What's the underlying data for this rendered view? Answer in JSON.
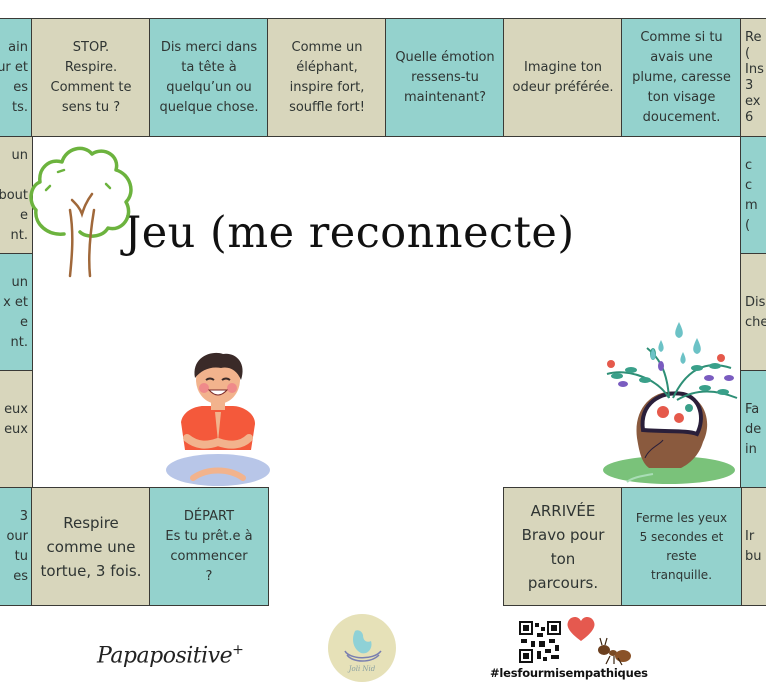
{
  "title": "Jeu (me reconnecte)",
  "colors": {
    "teal": "#94d2cd",
    "beige": "#d8d6bc",
    "border": "#3a3a36"
  },
  "top_row": [
    {
      "text": "ain\nur et\nes\nts.",
      "color": "teal"
    },
    {
      "text": "STOP.\nRespire.\nComment te\nsens tu ?",
      "color": "beige"
    },
    {
      "text": "Dis merci dans\nta tête à\nquelqu’un ou\nquelque chose.",
      "color": "teal"
    },
    {
      "text": "Comme un\néléphant,\ninspire fort,\nsouffle fort!",
      "color": "beige"
    },
    {
      "text": "Quelle émotion\nressens-tu\nmaintenant?",
      "color": "teal"
    },
    {
      "text": "Imagine ton\nodeur préférée.",
      "color": "beige"
    },
    {
      "text": "Comme si tu\navais une\nplume, caresse\nton visage\ndoucement.",
      "color": "teal"
    },
    {
      "text": "Re\n(\nIns\n3\nex\n6",
      "color": "beige"
    }
  ],
  "left_col": [
    {
      "text": "un\n\nbout\ne\nnt.",
      "color": "beige"
    },
    {
      "text": "un\nx et\ne\nnt.",
      "color": "teal"
    },
    {
      "text": "eux\neux\n\n",
      "color": "beige"
    },
    {
      "text": "3\nour\ntu\nes",
      "color": "teal"
    }
  ],
  "right_col": [
    {
      "text": "c\nc\nm\n(",
      "color": "teal"
    },
    {
      "text": "Dis\nche",
      "color": "beige"
    },
    {
      "text": "Fa\nde\nin",
      "color": "teal"
    },
    {
      "text": "Ir\nbu",
      "color": "beige"
    }
  ],
  "bottom_row": [
    {
      "text": "Respire\ncomme une\ntortue, 3 fois.",
      "color": "beige"
    },
    {
      "text": "DÉPART\nEs tu prêt.e à\ncommencer\n?",
      "color": "teal"
    },
    {
      "text": "ARRIVÉE\nBravo pour\nton\nparcours.",
      "color": "beige"
    },
    {
      "text": "Ferme les yeux\n5 secondes et\nreste\ntranquille.",
      "color": "teal"
    }
  ],
  "footer": {
    "brand": "Papapositive",
    "brand_mark": "+",
    "nest_logo_text": "Joli Nid",
    "hashtag": "#lesfourmisempathiques"
  },
  "icons": {
    "tree": "tree-illustration",
    "kid": "meditating-child-illustration",
    "brain": "blooming-mind-illustration",
    "qr": "qr-code",
    "heart": "heart-icon",
    "ant": "ant-icon"
  }
}
